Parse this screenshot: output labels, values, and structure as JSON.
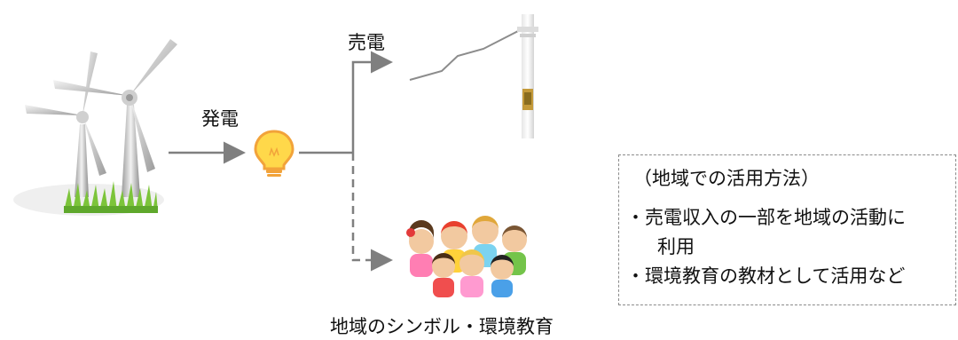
{
  "labels": {
    "generate": "発電",
    "sell": "売電",
    "symbol": "地域のシンボル・環境教育"
  },
  "note": {
    "title": "（地域での活用方法）",
    "line1": "・売電収入の一部を地域の活動に",
    "line2": "利用",
    "line3": "・環境教育の教材として活用など"
  },
  "icons": {
    "turbines": "wind-turbines-icon",
    "bulb": "light-bulb-icon",
    "pole": "utility-pole-icon",
    "children": "children-group-icon"
  },
  "colors": {
    "arrow": "#7f7f7f",
    "bulb_fill": "#ffd84a",
    "bulb_outline": "#f2a33a",
    "grass": "#7cc43a",
    "box_border": "#8a8a8a"
  }
}
